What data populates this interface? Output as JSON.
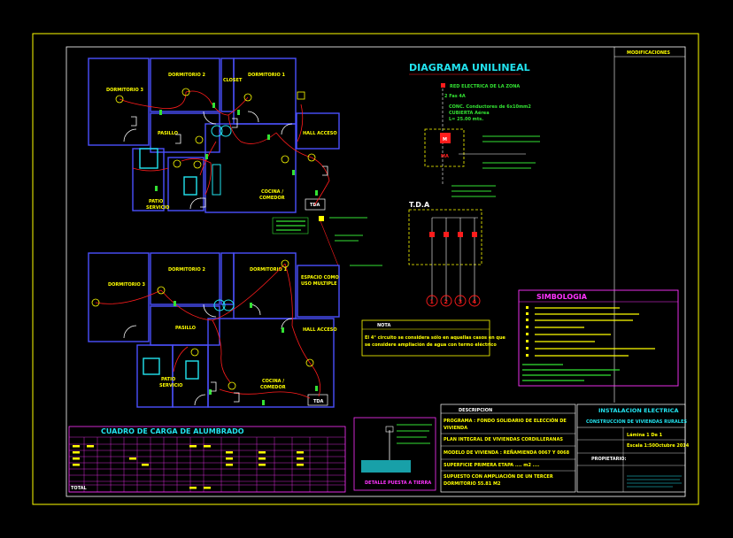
{
  "colors": {
    "bg": "#000000",
    "frame": "#ffff00",
    "wall": "#4b50ff",
    "cyan": "#22e4f0",
    "green": "#33e233",
    "red": "#ff1c1c",
    "yellow": "#ffff00",
    "magenta": "#ff33ff",
    "white": "#ffffff",
    "teal": "#00c8b0"
  },
  "header": {
    "modificaciones": "MODIFICACIONES"
  },
  "plan_upper": {
    "rooms": {
      "d3": "DORMITORIO 3",
      "d2": "DORMITORIO 2",
      "d1": "DORMITORIO 1",
      "pasillo": "PASILLO",
      "hall": "HALL ACCESO",
      "cocina1": "COCINA /",
      "cocina2": "COMEDOR",
      "patio1": "PATIO",
      "patio2": "SERVICIO",
      "tda": "TDA",
      "closet": "CLOSET"
    }
  },
  "plan_lower": {
    "rooms": {
      "d3": "DORMITORIO 3",
      "d2": "DORMITORIO 2",
      "d1": "DORMITORIO 1",
      "pasillo": "PASILLO",
      "hall": "HALL ACCESO",
      "cocina1": "COCINA /",
      "cocina2": "COMEDOR",
      "patio1": "PATIO",
      "patio2": "SERVICIO",
      "tda": "TDA",
      "espacio1": "ESPACIO COMO",
      "espacio2": "USO MULTIPLE"
    }
  },
  "unilineal": {
    "title": "DIAGRAMA UNILINEAL",
    "red_electrica": "RED ELECTRICA DE LA ZONA",
    "fase": "2 Fas 4A",
    "acometida1": "CONC. Conductores de 6x10mm2",
    "acometida2": "CUBIERTA Aérea",
    "acometida3": "L= 25.00 mts.",
    "medidor": "M",
    "ma": "MA",
    "tda_title": "T.D.A",
    "circuits": [
      "1",
      "2",
      "3",
      "4"
    ]
  },
  "nota": {
    "title": "NOTA",
    "text1": "El 4° circuito se considera sólo en aquellas casos en que",
    "text2": "se considere ampliación de agua con termo eléctrico"
  },
  "simbologia": {
    "title": "SIMBOLOGIA"
  },
  "cuadro": {
    "title": "CUADRO  DE  CARGA  DE  ALUMBRADO",
    "total": "TOTAL"
  },
  "detalle": {
    "title": "DETALLE PUESTA A TIERRA"
  },
  "descripcion": {
    "title": "DESCRIPCION",
    "programa": "PROGRAMA : FONDO SOLIDARIO DE ELECCIÓN DE",
    "vivienda": "VIVIENDA",
    "plan": "PLAN INTEGRAL DE VIVIENDAS CORDILLERANAS",
    "modelo": "MODELO DE VIVIENDA : REÑAMIENDA 0067 Y 0068",
    "superficie": "SUPERFICIE PRIMERA ETAPA    .... m2 ....",
    "supuesto1": "SUPUESTO CON AMPLIACIÓN DE UN TERCER",
    "supuesto2": "DORMITORIO 55.81 M2"
  },
  "title_block": {
    "t1": "INSTALACION ELECTRICA",
    "t2": "CONSTRUCCION DE VIVIENDAS RURALES",
    "lamina": "Lámina 1 De 1",
    "escala": "Escala 1:50",
    "fecha": "Octubre 2014",
    "propietario": "PROPIETARIO:"
  }
}
